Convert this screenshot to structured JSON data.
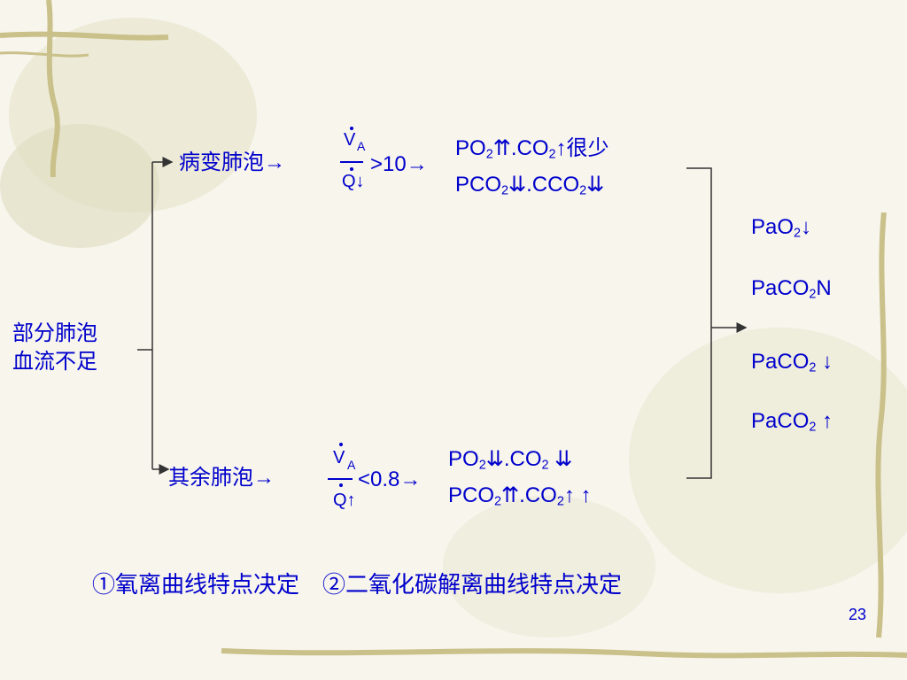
{
  "slide": {
    "page_number": "23",
    "colors": {
      "text": "#0000cc",
      "lines": "#333333",
      "background": "#f7f5ec"
    }
  },
  "root": {
    "line1": "部分肺泡",
    "line2": "血流不足"
  },
  "upper": {
    "label": "病变肺泡→",
    "va_v": "V",
    "va_a": "A",
    "q": "Q↓",
    "ratio": ">10→",
    "po2": {
      "pre": "PO",
      "sub": "2",
      "post": "⇈.CO",
      "sub2": "2",
      "tail": "↑很少"
    },
    "pco2": {
      "pre": "PCO",
      "sub": "2",
      "post": "⇊.CCO",
      "sub2": "2",
      "tail": "⇊"
    }
  },
  "lower": {
    "label": "其余肺泡→",
    "va_v": "V",
    "va_a": "A",
    "q": "Q↑",
    "ratio": "<0.8→",
    "po2": {
      "pre": "PO",
      "sub": "2",
      "post": "⇊.CO",
      "sub2": "2",
      "tail": " ⇊"
    },
    "pco2": {
      "pre": "PCO",
      "sub": "2",
      "post": "⇈.CO",
      "sub2": "2",
      "tail": "↑ ↑"
    }
  },
  "results": [
    {
      "pre": "PaO",
      "sub": "2",
      "post": "↓"
    },
    {
      "pre": "PaCO",
      "sub": "2",
      "post": "N"
    },
    {
      "pre": "PaCO",
      "sub": "2",
      "post": " ↓"
    },
    {
      "pre": "PaCO",
      "sub": "2",
      "post": " ↑"
    }
  ],
  "footer": "①氧离曲线特点决定　②二氧化碳解离曲线特点决定"
}
